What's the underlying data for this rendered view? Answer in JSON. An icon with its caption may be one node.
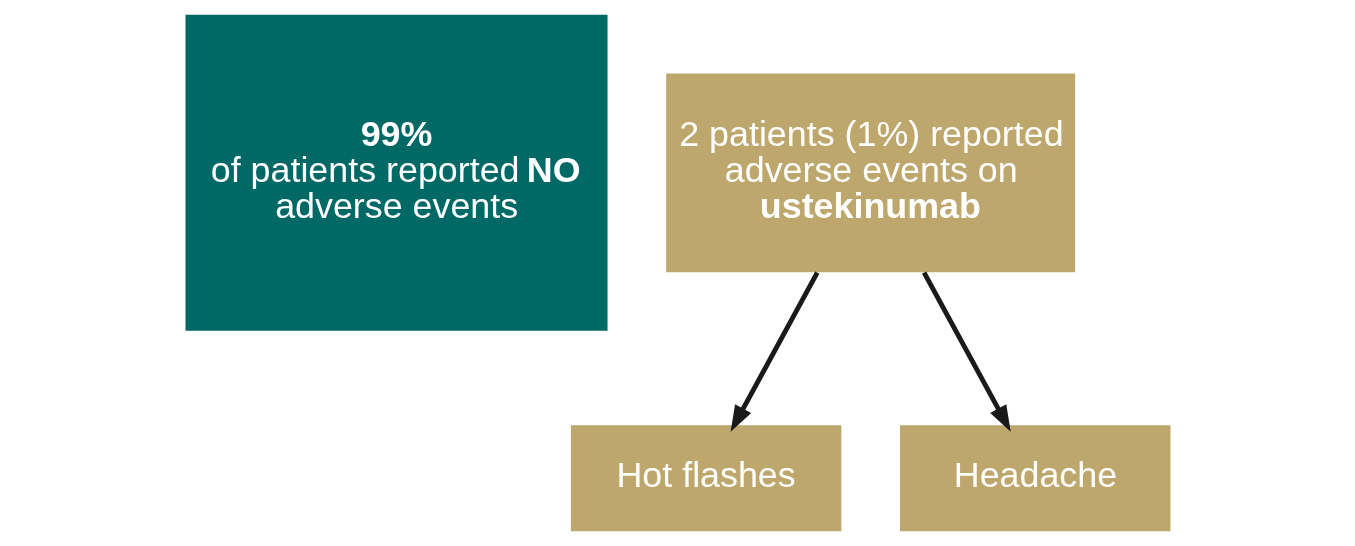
{
  "diagram": {
    "nodes": [
      {
        "text": [
          "99%",
          "of patients reported **NO** adverse events"
        ]
      },
      {
        "text": [
          "2 patients (1%) reported adverse events on **ustekinumab**"
        ]
      },
      {
        "text": [
          "Hot flashes"
        ]
      },
      {
        "text": [
          "Headache"
        ]
      }
    ],
    "edges": [
      {
        "from": 1,
        "to": 2,
        "arrow": "to"
      },
      {
        "from": 1,
        "to": 3,
        "arrow": "to"
      }
    ]
  }
}
